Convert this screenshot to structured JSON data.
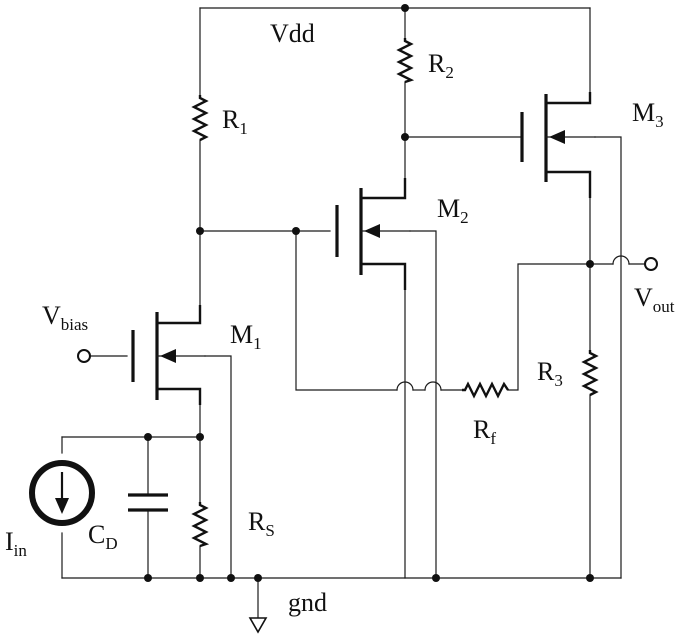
{
  "labels": {
    "vdd": "Vdd",
    "gnd": "gnd",
    "r1": {
      "base": "R",
      "sub": "1"
    },
    "r2": {
      "base": "R",
      "sub": "2"
    },
    "r3": {
      "base": "R",
      "sub": "3"
    },
    "rf": {
      "base": "R",
      "sub": "f"
    },
    "rs": {
      "base": "R",
      "sub": "S"
    },
    "m1": {
      "base": "M",
      "sub": "1"
    },
    "m2": {
      "base": "M",
      "sub": "2"
    },
    "m3": {
      "base": "M",
      "sub": "3"
    },
    "vbias": {
      "base": "V",
      "sub": "bias"
    },
    "vout": {
      "base": "V",
      "sub": "out"
    },
    "iin": {
      "base": "I",
      "sub": "in"
    },
    "cd": {
      "base": "C",
      "sub": "D"
    }
  }
}
